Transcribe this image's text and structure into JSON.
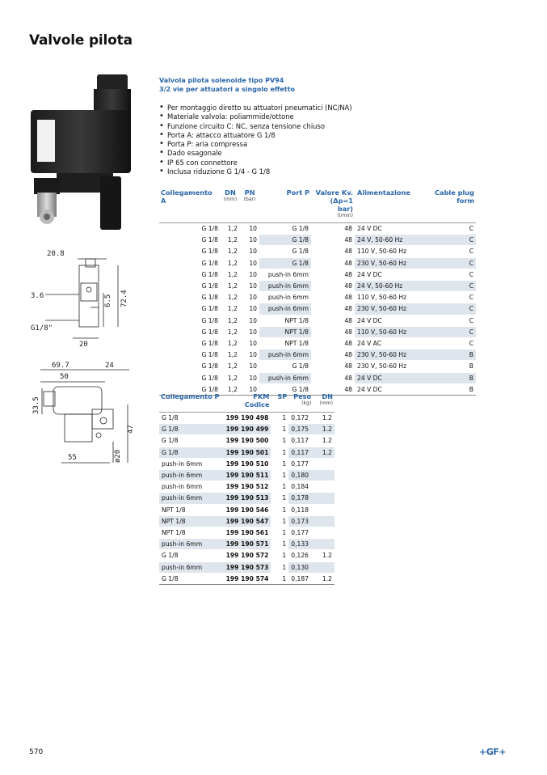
{
  "page_title": "Valvole pilota",
  "product": {
    "title_line1": "Valvola pilota solenoide tipo PV94",
    "title_line2": "3/2 vie per attuatori a singolo effetto",
    "features": [
      "Per montaggio diretto su attuatori pneumatici (NC/NA)",
      "Materiale valvola: poliammide/ottone",
      "Funzione circuito C: NC, senza tensione chiuso",
      "Porta A: attacco attuatore G 1/8",
      "Porta P: aria compressa",
      "Dado esagonale",
      "IP 65 con connettore",
      "Inclusa riduzione G 1/4 - G 1/8"
    ]
  },
  "drawing": {
    "dims": [
      "20.8",
      "3.6",
      "6.5",
      "72.4",
      "G1/8\"",
      "20",
      "69.7",
      "24",
      "50",
      "33.5",
      "47",
      "55",
      "ø20"
    ]
  },
  "table1": {
    "headers": {
      "collegamento_a": "Collegamento A",
      "dn": "DN",
      "dn_unit": "(mm)",
      "pn": "PN",
      "pn_unit": "(bar)",
      "port_p": "Port P",
      "valore_kv_1": "Valore Kv.",
      "valore_kv_2": "(Δp=1 bar)",
      "valore_kv_unit": "(l/min)",
      "alimentazione": "Alimentazione",
      "cable_plug_1": "Cable plug",
      "cable_plug_2": "form"
    },
    "rows": [
      [
        "G 1/8",
        "1,2",
        "10",
        "G 1/8",
        "48",
        "24 V DC",
        "C"
      ],
      [
        "G 1/8",
        "1,2",
        "10",
        "G 1/8",
        "48",
        "24 V, 50-60 Hz",
        "C"
      ],
      [
        "G 1/8",
        "1,2",
        "10",
        "G 1/8",
        "48",
        "110 V, 50-60 Hz",
        "C"
      ],
      [
        "G 1/8",
        "1,2",
        "10",
        "G 1/8",
        "48",
        "230 V, 50-60 Hz",
        "C"
      ],
      [
        "G 1/8",
        "1,2",
        "10",
        "push-in 6mm",
        "48",
        "24 V DC",
        "C"
      ],
      [
        "G 1/8",
        "1,2",
        "10",
        "push-in 6mm",
        "48",
        "24 V, 50-60 Hz",
        "C"
      ],
      [
        "G 1/8",
        "1,2",
        "10",
        "push-in 6mm",
        "48",
        "110 V, 50-60 Hz",
        "C"
      ],
      [
        "G 1/8",
        "1,2",
        "10",
        "push-in 6mm",
        "48",
        "230 V, 50-60 Hz",
        "C"
      ],
      [
        "G 1/8",
        "1,2",
        "10",
        "NPT 1/8",
        "48",
        "24 V DC",
        "C"
      ],
      [
        "G 1/8",
        "1,2",
        "10",
        "NPT 1/8",
        "48",
        "110 V, 50-60 Hz",
        "C"
      ],
      [
        "G 1/8",
        "1,2",
        "10",
        "NPT 1/8",
        "48",
        "24 V AC",
        "C"
      ],
      [
        "G 1/8",
        "1,2",
        "10",
        "push-in 6mm",
        "48",
        "230 V, 50-60 Hz",
        "B"
      ],
      [
        "G 1/8",
        "1,2",
        "10",
        "G 1/8",
        "48",
        "230 V, 50-60 Hz",
        "B"
      ],
      [
        "G 1/8",
        "1,2",
        "10",
        "push-in 6mm",
        "48",
        "24 V DC",
        "B"
      ],
      [
        "G 1/8",
        "1,2",
        "10",
        "G 1/8",
        "48",
        "24 V DC",
        "B"
      ]
    ]
  },
  "table2": {
    "headers": {
      "collegamento_p": "Collegamento P",
      "fkm_1": "FKM",
      "fkm_2": "Codice",
      "sp": "SP",
      "peso": "Peso",
      "peso_unit": "(kg)",
      "dn": "DN",
      "dn_unit": "(mm)"
    },
    "rows": [
      [
        "G 1/8",
        "199 190 498",
        "1",
        "0,172",
        "1.2"
      ],
      [
        "G 1/8",
        "199 190 499",
        "1",
        "0,175",
        "1.2"
      ],
      [
        "G 1/8",
        "199 190 500",
        "1",
        "0,117",
        "1.2"
      ],
      [
        "G 1/8",
        "199 190 501",
        "1",
        "0,117",
        "1.2"
      ],
      [
        "push-in 6mm",
        "199 190 510",
        "1",
        "0,177",
        ""
      ],
      [
        "push-in 6mm",
        "199 190 511",
        "1",
        "0,180",
        ""
      ],
      [
        "push-in 6mm",
        "199 190 512",
        "1",
        "0,184",
        ""
      ],
      [
        "push-in 6mm",
        "199 190 513",
        "1",
        "0,178",
        ""
      ],
      [
        "NPT 1/8",
        "199 190 546",
        "1",
        "0,118",
        ""
      ],
      [
        "NPT 1/8",
        "199 190 547",
        "1",
        "0,173",
        ""
      ],
      [
        "NPT 1/8",
        "199 190 561",
        "1",
        "0,177",
        ""
      ],
      [
        "push-in 6mm",
        "199 190 571",
        "1",
        "0,133",
        ""
      ],
      [
        "G 1/8",
        "199 190 572",
        "1",
        "0,126",
        "1.2"
      ],
      [
        "push-in 6mm",
        "199 190 573",
        "1",
        "0,130",
        ""
      ],
      [
        "G 1/8",
        "199 190 574",
        "1",
        "0,187",
        "1.2"
      ]
    ]
  },
  "footer": {
    "page_number": "570",
    "logo": "+GF+"
  }
}
